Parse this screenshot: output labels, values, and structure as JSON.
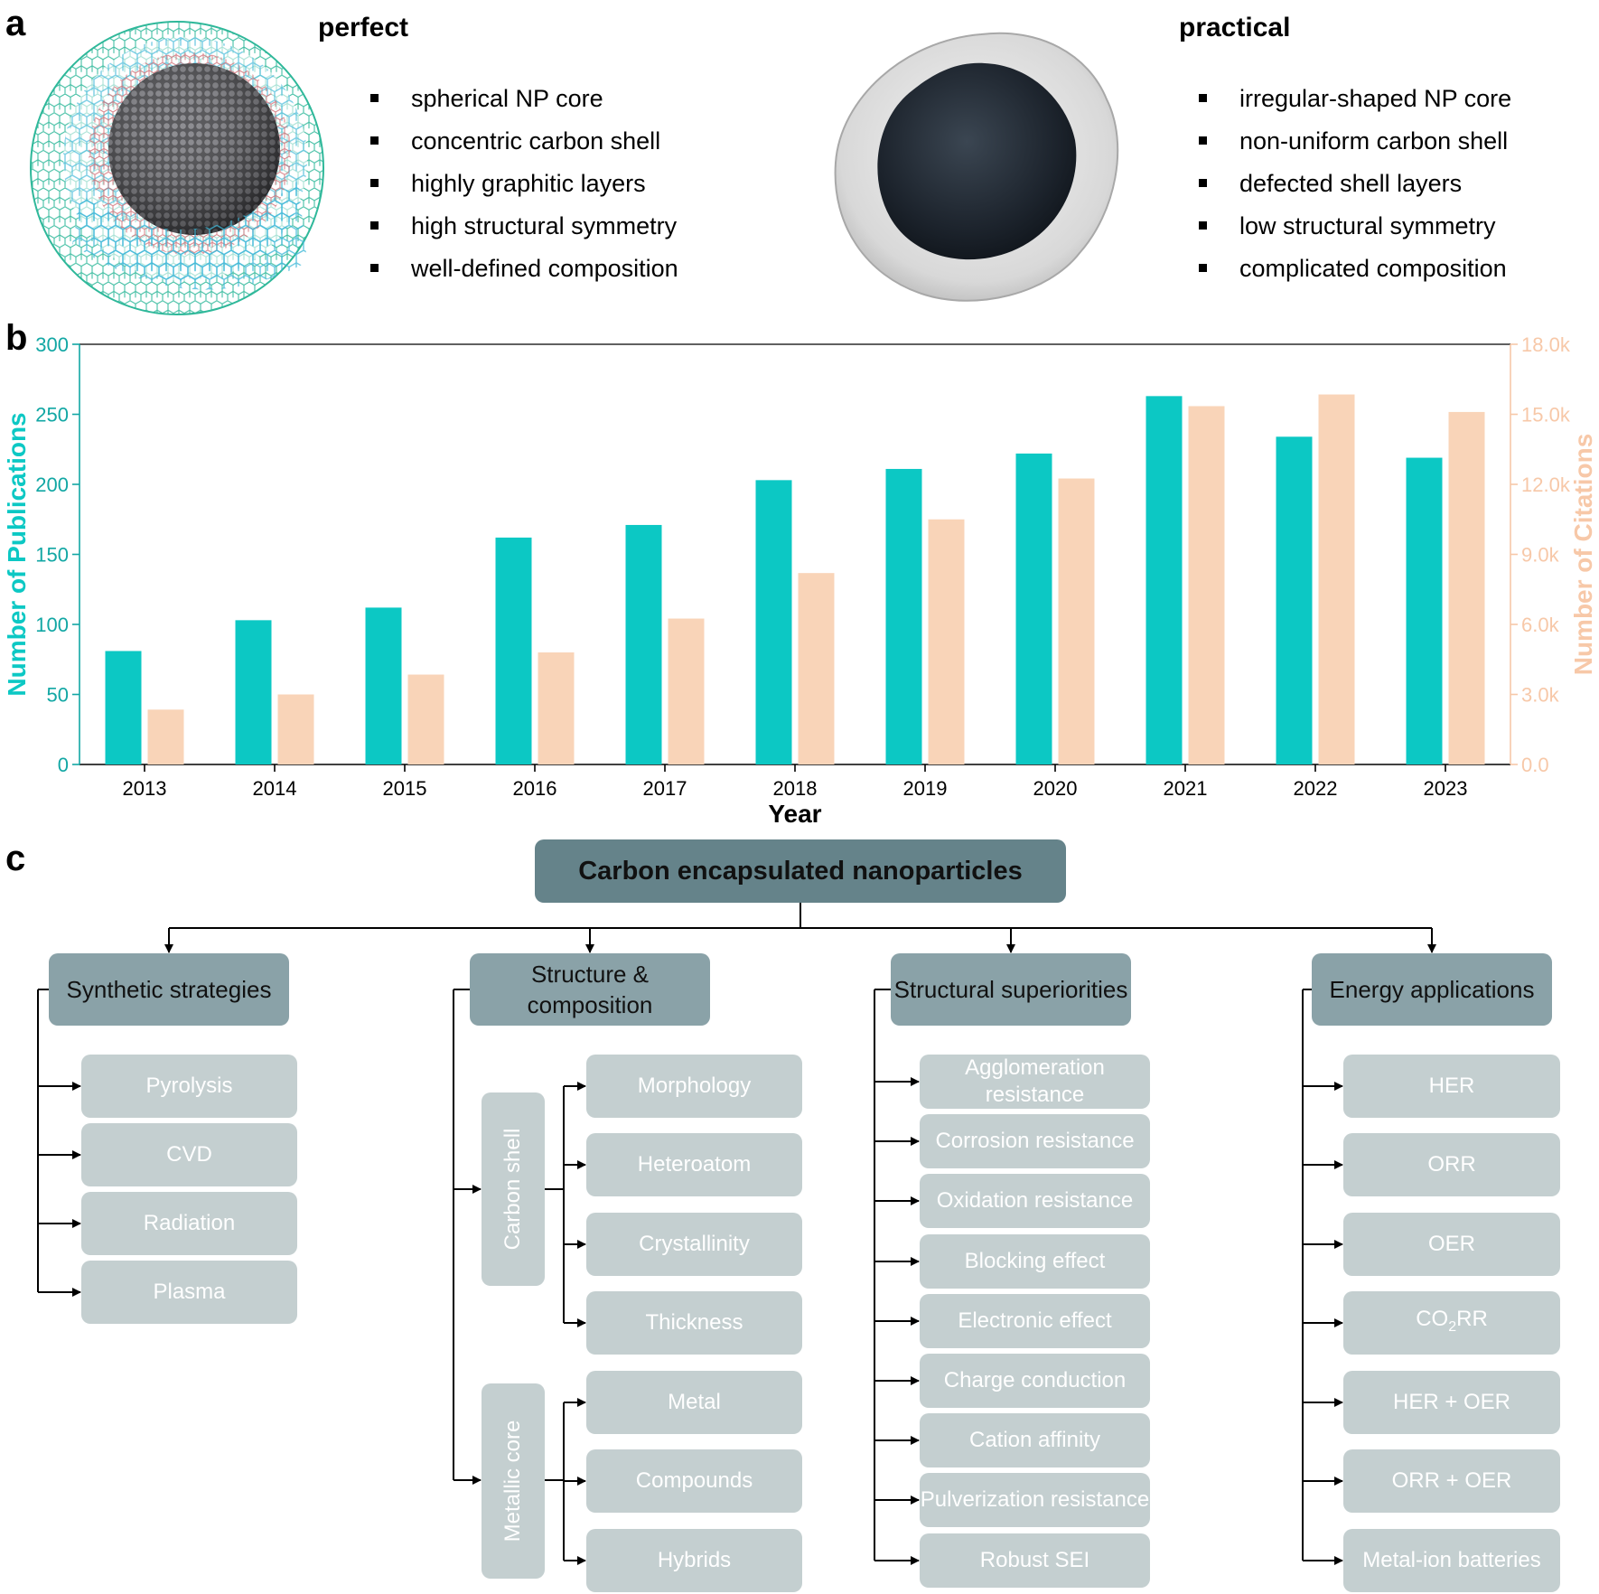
{
  "panel_labels": {
    "a": "a",
    "b": "b",
    "c": "c"
  },
  "panel_a": {
    "perfect": {
      "title": "perfect",
      "items": [
        "spherical NP core",
        "concentric carbon shell",
        "highly graphitic layers",
        "high structural symmetry",
        "well-defined composition"
      ]
    },
    "practical": {
      "title": "practical",
      "items": [
        "irregular-shaped NP core",
        "non-uniform carbon shell",
        "defected shell layers",
        "low structural symmetry",
        "complicated composition"
      ]
    }
  },
  "chart_data": {
    "type": "bar",
    "categories": [
      "2013",
      "2014",
      "2015",
      "2016",
      "2017",
      "2018",
      "2019",
      "2020",
      "2021",
      "2022",
      "2023"
    ],
    "series": [
      {
        "name": "Number of Publications",
        "axis": "left",
        "color": "#0cc8c4",
        "values": [
          81,
          103,
          112,
          162,
          171,
          203,
          211,
          222,
          263,
          234,
          219
        ]
      },
      {
        "name": "Number of Citations",
        "axis": "right",
        "color": "#f9d4b8",
        "values": [
          2350,
          3000,
          3850,
          4800,
          6250,
          8200,
          10500,
          12250,
          15350,
          15850,
          15100
        ]
      }
    ],
    "xlabel": "Year",
    "ylabel_left": "Number of Publications",
    "ylabel_right": "Number of Citations",
    "ylim_left": [
      0,
      300
    ],
    "ylim_right": [
      0,
      18000
    ],
    "yticks_left": [
      "0",
      "50",
      "100",
      "150",
      "200",
      "250",
      "300"
    ],
    "yticks_right": [
      "0.0",
      "3.0k",
      "6.0k",
      "9.0k",
      "12.0k",
      "15.0k",
      "18.0k"
    ],
    "colors": {
      "left_axis": "#12a7a4",
      "right_axis": "#f7c8a8"
    },
    "grid": false
  },
  "panel_c": {
    "root": "Carbon encapsulated nanoparticles",
    "categories": [
      {
        "label": "Synthetic strategies",
        "leaves": [
          "Pyrolysis",
          "CVD",
          "Radiation",
          "Plasma"
        ]
      },
      {
        "label": "Structure & composition",
        "groups": [
          {
            "label": "Carbon shell",
            "leaves": [
              "Morphology",
              "Heteroatom",
              "Crystallinity",
              "Thickness"
            ]
          },
          {
            "label": "Metallic core",
            "leaves": [
              "Metal",
              "Compounds",
              "Hybrids"
            ]
          }
        ]
      },
      {
        "label": "Structural superiorities",
        "leaves": [
          "Agglomeration resistance",
          "Corrosion resistance",
          "Oxidation resistance",
          "Blocking effect",
          "Electronic effect",
          "Charge conduction",
          "Cation affinity",
          "Pulverization resistance",
          "Robust SEI"
        ]
      },
      {
        "label": "Energy applications",
        "leaves": [
          "HER",
          "ORR",
          "OER",
          "CO2RR",
          "HER + OER",
          "ORR + OER",
          "Metal-ion batteries"
        ]
      }
    ]
  },
  "colors": {
    "root": "#65838a",
    "category": "#8aa2a8",
    "leaf": "#c4cfd0",
    "leaf_text": "#ffffff"
  }
}
